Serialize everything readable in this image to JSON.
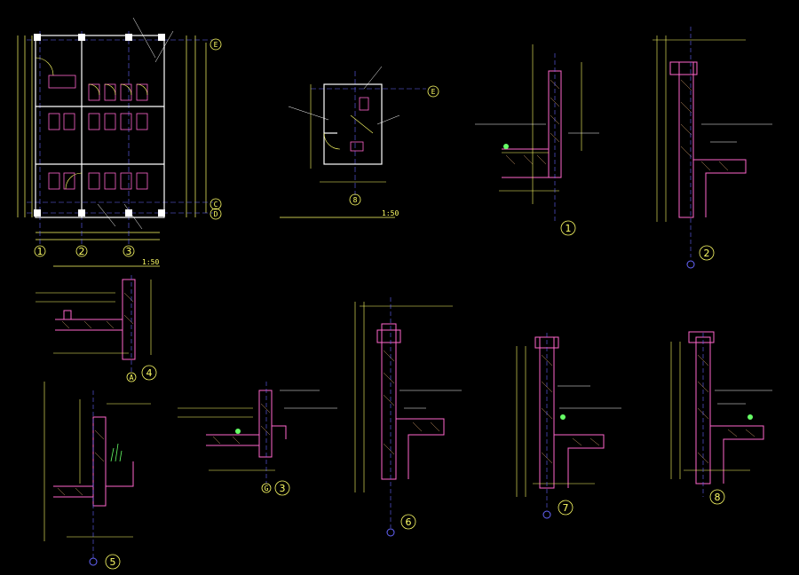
{
  "plan_main": {
    "grid_bubbles": [
      "1",
      "2",
      "3"
    ],
    "axis_bubbles": [
      "E",
      "C",
      "D"
    ],
    "scale": "1:50"
  },
  "plan_small": {
    "axis_bubble": "E",
    "grid_bubble": "8",
    "scale": "1:50"
  },
  "detail_numbers": [
    "1",
    "2",
    "3",
    "4",
    "5",
    "6",
    "7",
    "8"
  ],
  "detail_axes": [
    "A",
    "G"
  ],
  "colors": {
    "background": "#000000",
    "wall": "#ff66cc",
    "dimension": "#ffff66",
    "structure": "#ffffff",
    "grid": "#6666ff",
    "hatch": "#cc9966",
    "green": "#66ff66",
    "accent_red": "#ff3333"
  }
}
